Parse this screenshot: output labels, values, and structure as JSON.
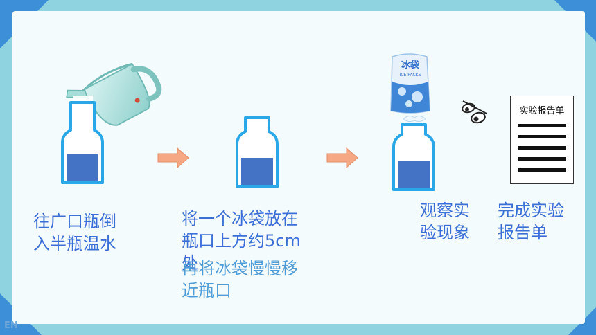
{
  "steps": [
    {
      "caption": "往广口瓶倒\n入半瓶温水"
    },
    {
      "caption": "将一个冰袋放在\n瓶口上方约5cm\n处",
      "caption_overlay": "再将冰袋慢慢移\n近瓶口"
    },
    {
      "caption": "观察实\n验现象"
    },
    {
      "caption": "完成实验\n报告单"
    }
  ],
  "ice_pack": {
    "brand": "冰袋",
    "subtitle": "ICE PACKS"
  },
  "report_card": {
    "title": "实验报告单",
    "line_count": 5
  },
  "footer": {
    "badge": "EN"
  },
  "colors": {
    "water": "#4472c4",
    "bottle_outline": "#29a7e6",
    "arrow": "#f5a883",
    "accent": "#3b6fd6"
  }
}
